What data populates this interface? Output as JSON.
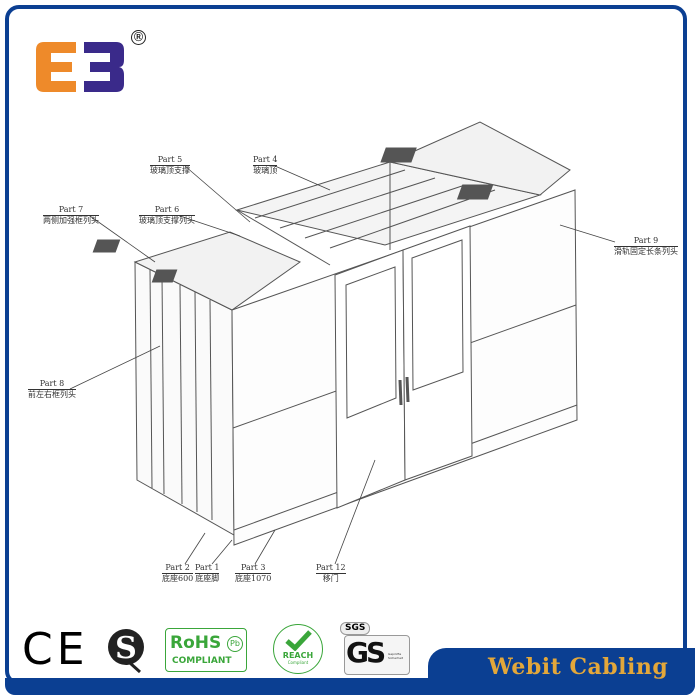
{
  "brand": {
    "logo_text": "E3",
    "registered_mark": "®",
    "footer_name": "Webit Cabling"
  },
  "colors": {
    "frame_blue": "#0b3f92",
    "logo_orange": "#ee8a2a",
    "logo_purple": "#3a2a8a",
    "footer_text": "#e3a73a",
    "cert_green": "#3aa63a"
  },
  "parts": [
    {
      "part": "Part 5",
      "name": "玻璃顶支撑"
    },
    {
      "part": "Part 4",
      "name": "玻璃顶"
    },
    {
      "part": "Part 7",
      "name": "两侧加强框列头"
    },
    {
      "part": "Part 6",
      "name": "玻璃顶支撑列头"
    },
    {
      "part": "Part 8",
      "name": "前左右框列头"
    },
    {
      "part": "Part 9",
      "name": "滑轨固定长条列头"
    },
    {
      "part": "Part 2",
      "name": "底座600"
    },
    {
      "part": "Part 1",
      "name": "底座脚"
    },
    {
      "part": "Part 3",
      "name": "底座1070"
    },
    {
      "part": "Part 12",
      "name": "移门"
    }
  ],
  "certifications": {
    "ce": "CE",
    "ccc_icon": "sq-mark-icon",
    "rohs": {
      "title": "RoHS",
      "sub": "COMPLIANT",
      "pb": "Pb"
    },
    "reach": {
      "title": "REACH",
      "sub": "Compliant"
    },
    "gs": {
      "top": "SGS",
      "mark": "GS",
      "sub": "Geprüfte Sicherheit"
    }
  }
}
